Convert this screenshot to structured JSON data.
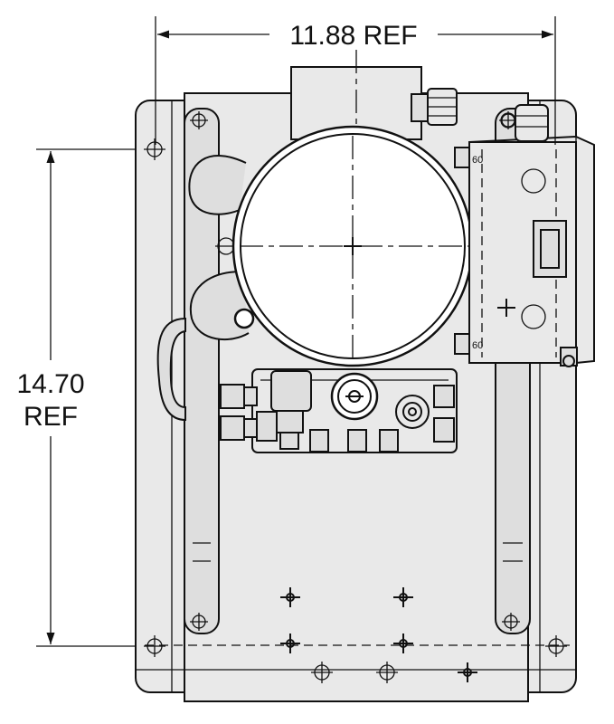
{
  "dimensions": {
    "width": {
      "value": "11.88",
      "unit": "REF"
    },
    "height": {
      "value": "14.70",
      "unit": "REF"
    }
  },
  "labels": {
    "upper_switch_tag": "60",
    "lower_switch_tag": "60"
  }
}
